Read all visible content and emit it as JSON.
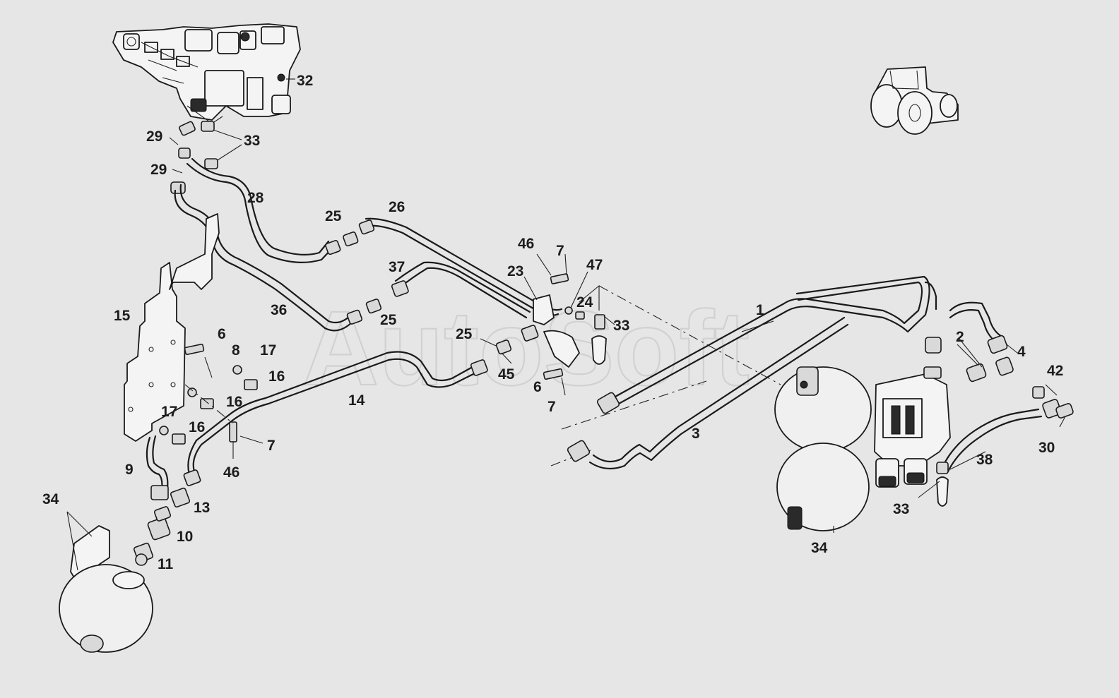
{
  "watermark": "AutoSoft",
  "labels": [
    {
      "id": "32",
      "text": "32"
    },
    {
      "id": "33a",
      "text": "33"
    },
    {
      "id": "29a",
      "text": "29"
    },
    {
      "id": "29b",
      "text": "29"
    },
    {
      "id": "28",
      "text": "28"
    },
    {
      "id": "25a",
      "text": "25"
    },
    {
      "id": "26",
      "text": "26"
    },
    {
      "id": "46a",
      "text": "46"
    },
    {
      "id": "7a",
      "text": "7"
    },
    {
      "id": "47",
      "text": "47"
    },
    {
      "id": "37",
      "text": "37"
    },
    {
      "id": "23",
      "text": "23"
    },
    {
      "id": "24",
      "text": "24"
    },
    {
      "id": "33b",
      "text": "33"
    },
    {
      "id": "1",
      "text": "1"
    },
    {
      "id": "15",
      "text": "15"
    },
    {
      "id": "36",
      "text": "36"
    },
    {
      "id": "25b",
      "text": "25"
    },
    {
      "id": "25c",
      "text": "25"
    },
    {
      "id": "6a",
      "text": "6"
    },
    {
      "id": "8",
      "text": "8"
    },
    {
      "id": "17a",
      "text": "17"
    },
    {
      "id": "16a",
      "text": "16"
    },
    {
      "id": "16b",
      "text": "16"
    },
    {
      "id": "45",
      "text": "45"
    },
    {
      "id": "6b",
      "text": "6"
    },
    {
      "id": "7b",
      "text": "7"
    },
    {
      "id": "14",
      "text": "14"
    },
    {
      "id": "17b",
      "text": "17"
    },
    {
      "id": "16c",
      "text": "16"
    },
    {
      "id": "7c",
      "text": "7"
    },
    {
      "id": "46b",
      "text": "46"
    },
    {
      "id": "9",
      "text": "9"
    },
    {
      "id": "13",
      "text": "13"
    },
    {
      "id": "10",
      "text": "10"
    },
    {
      "id": "11",
      "text": "11"
    },
    {
      "id": "34a",
      "text": "34"
    },
    {
      "id": "2",
      "text": "2"
    },
    {
      "id": "4",
      "text": "4"
    },
    {
      "id": "42",
      "text": "42"
    },
    {
      "id": "30",
      "text": "30"
    },
    {
      "id": "3",
      "text": "3"
    },
    {
      "id": "38",
      "text": "38"
    },
    {
      "id": "33c",
      "text": "33"
    },
    {
      "id": "34b",
      "text": "34"
    }
  ]
}
